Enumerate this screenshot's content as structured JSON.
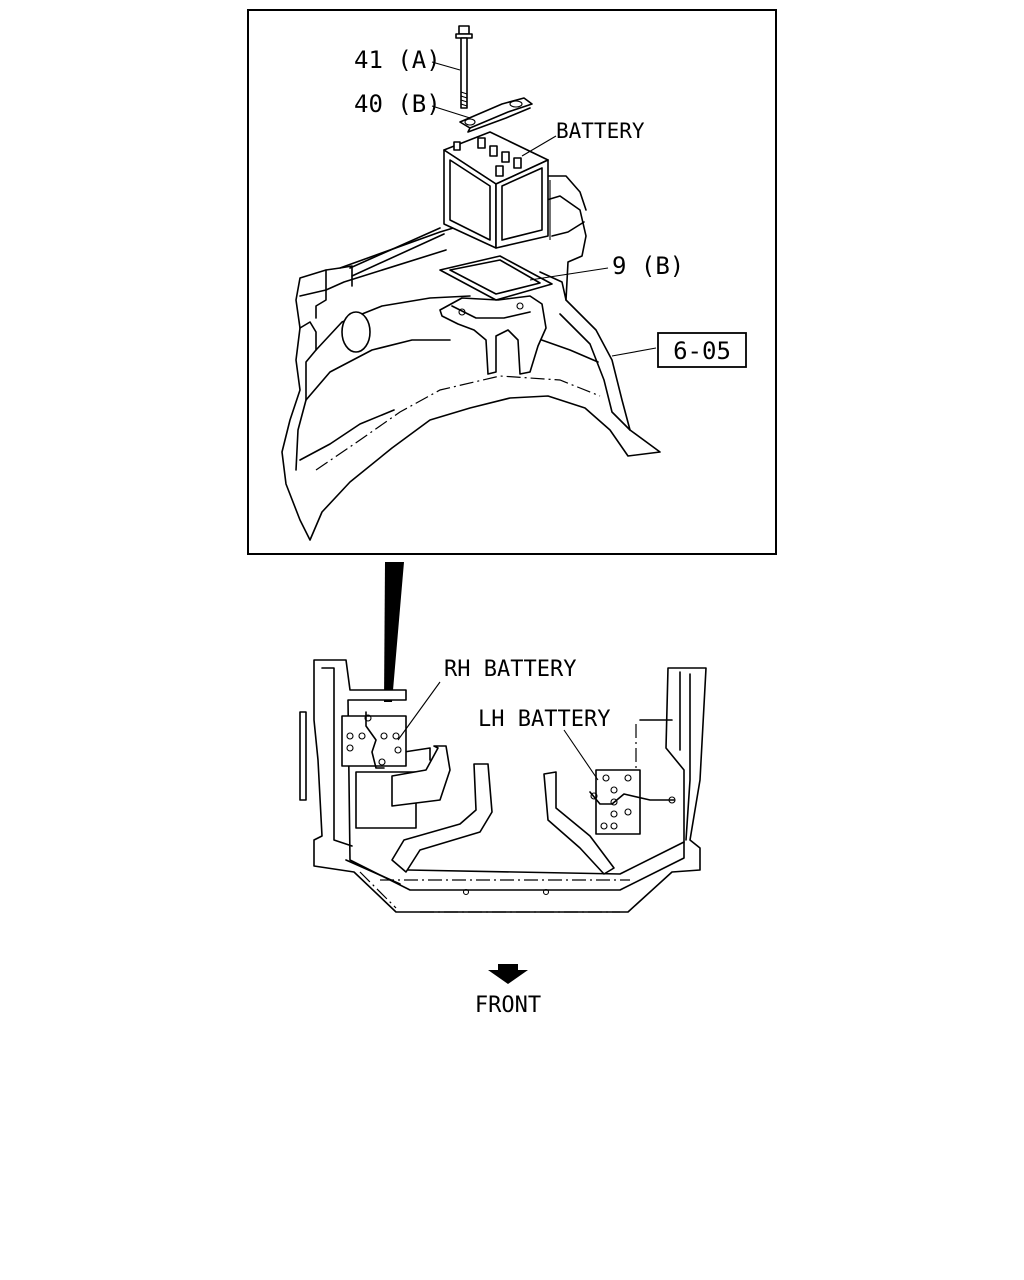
{
  "callouts": {
    "bolt": "41 (A)",
    "clamp": "40 (B)",
    "battery": "BATTERY",
    "tray": "9 (B)",
    "ref": "6-05"
  },
  "lower": {
    "rh_battery": "RH BATTERY",
    "lh_battery": "LH BATTERY",
    "front": "FRONT"
  },
  "icons": {
    "front_arrow": "arrow-down-icon"
  }
}
